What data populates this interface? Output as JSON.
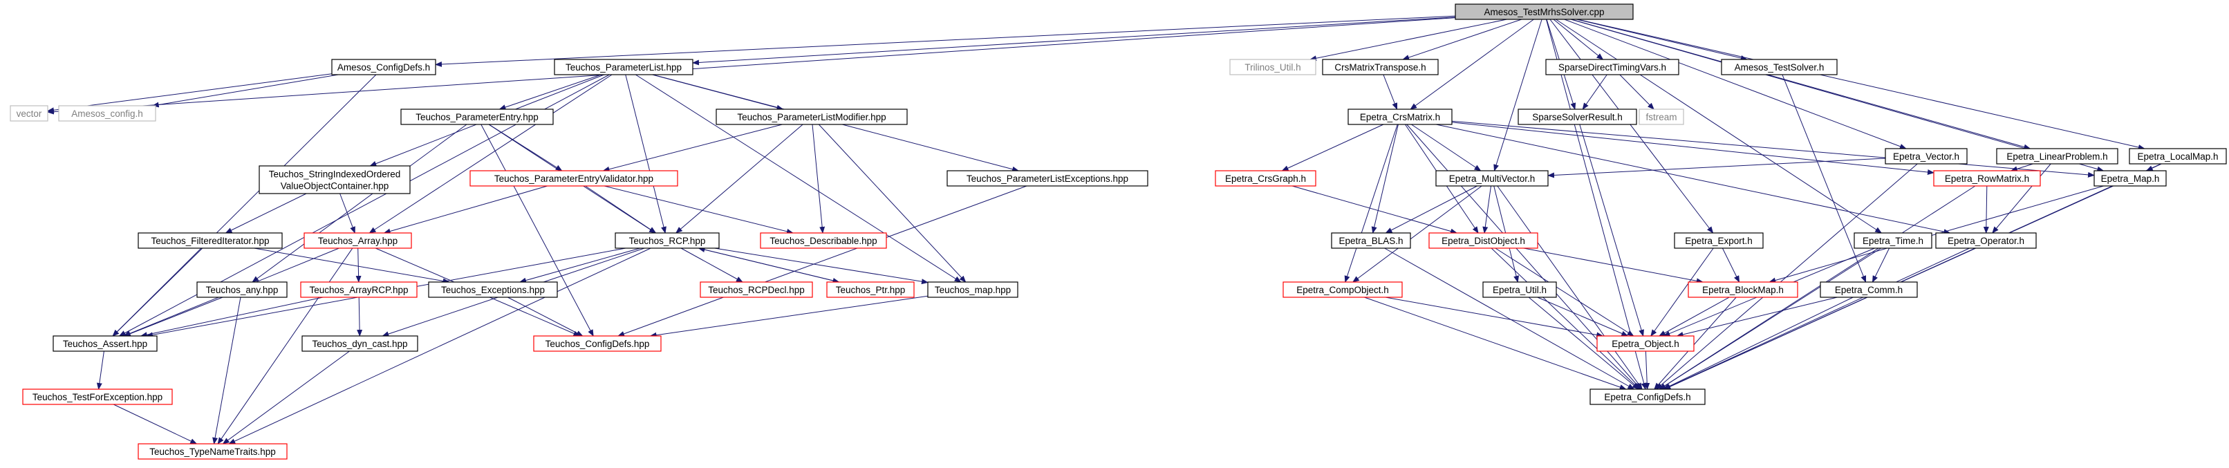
{
  "title": "Amesos_TestMrhsSolver.cpp",
  "colors": {
    "root_fill": "#bfbfbf",
    "box_black": "#000000",
    "box_red": "#ff0000",
    "box_gray": "#bfbfbf",
    "text_gray": "#7f7f7f",
    "edge": "#191970"
  },
  "nodes": [
    {
      "id": "root",
      "label": "Amesos_TestMrhsSolver.cpp",
      "style": "root"
    },
    {
      "id": "amesos_configdefs",
      "label": "Amesos_ConfigDefs.h",
      "style": "black"
    },
    {
      "id": "vector",
      "label": "vector",
      "style": "gray"
    },
    {
      "id": "amesos_config",
      "label": "Amesos_config.h",
      "style": "gray"
    },
    {
      "id": "t_paramlist",
      "label": "Teuchos_ParameterList.hpp",
      "style": "black"
    },
    {
      "id": "t_paramentry",
      "label": "Teuchos_ParameterEntry.hpp",
      "style": "black"
    },
    {
      "id": "t_plmodifier",
      "label": "Teuchos_ParameterListModifier.hpp",
      "style": "black"
    },
    {
      "id": "t_sioc",
      "label": "Teuchos_StringIndexedOrdered|ValueObjectContainer.hpp",
      "style": "black"
    },
    {
      "id": "t_pev",
      "label": "Teuchos_ParameterEntryValidator.hpp",
      "style": "red"
    },
    {
      "id": "t_plexc",
      "label": "Teuchos_ParameterListExceptions.hpp",
      "style": "black"
    },
    {
      "id": "t_filtiter",
      "label": "Teuchos_FilteredIterator.hpp",
      "style": "black"
    },
    {
      "id": "t_array",
      "label": "Teuchos_Array.hpp",
      "style": "red"
    },
    {
      "id": "t_rcp",
      "label": "Teuchos_RCP.hpp",
      "style": "black"
    },
    {
      "id": "t_describable",
      "label": "Teuchos_Describable.hpp",
      "style": "red"
    },
    {
      "id": "t_any",
      "label": "Teuchos_any.hpp",
      "style": "black"
    },
    {
      "id": "t_arrayrcp",
      "label": "Teuchos_ArrayRCP.hpp",
      "style": "red"
    },
    {
      "id": "t_exceptions",
      "label": "Teuchos_Exceptions.hpp",
      "style": "black"
    },
    {
      "id": "t_rcpdecl",
      "label": "Teuchos_RCPDecl.hpp",
      "style": "red"
    },
    {
      "id": "t_ptr",
      "label": "Teuchos_Ptr.hpp",
      "style": "red"
    },
    {
      "id": "t_map",
      "label": "Teuchos_map.hpp",
      "style": "black"
    },
    {
      "id": "t_assert",
      "label": "Teuchos_Assert.hpp",
      "style": "black"
    },
    {
      "id": "t_dyncast",
      "label": "Teuchos_dyn_cast.hpp",
      "style": "black"
    },
    {
      "id": "t_configdefs",
      "label": "Teuchos_ConfigDefs.hpp",
      "style": "red"
    },
    {
      "id": "t_tfe",
      "label": "Teuchos_TestForException.hpp",
      "style": "red"
    },
    {
      "id": "t_tnt",
      "label": "Teuchos_TypeNameTraits.hpp",
      "style": "red"
    },
    {
      "id": "trilinos_util",
      "label": "Trilinos_Util.h",
      "style": "gray"
    },
    {
      "id": "crsmt",
      "label": "CrsMatrixTranspose.h",
      "style": "black"
    },
    {
      "id": "sdtv",
      "label": "SparseDirectTimingVars.h",
      "style": "black"
    },
    {
      "id": "ssr",
      "label": "SparseSolverResult.h",
      "style": "black"
    },
    {
      "id": "fstream",
      "label": "fstream",
      "style": "gray"
    },
    {
      "id": "amesos_testsolver",
      "label": "Amesos_TestSolver.h",
      "style": "black"
    },
    {
      "id": "e_crsmatrix",
      "label": "Epetra_CrsMatrix.h",
      "style": "black"
    },
    {
      "id": "e_vector",
      "label": "Epetra_Vector.h",
      "style": "black"
    },
    {
      "id": "e_linprob",
      "label": "Epetra_LinearProblem.h",
      "style": "black"
    },
    {
      "id": "e_localmap",
      "label": "Epetra_LocalMap.h",
      "style": "black"
    },
    {
      "id": "e_crsgraph",
      "label": "Epetra_CrsGraph.h",
      "style": "red"
    },
    {
      "id": "e_multivector",
      "label": "Epetra_MultiVector.h",
      "style": "black"
    },
    {
      "id": "e_rowmatrix",
      "label": "Epetra_RowMatrix.h",
      "style": "red"
    },
    {
      "id": "e_map",
      "label": "Epetra_Map.h",
      "style": "black"
    },
    {
      "id": "e_blas",
      "label": "Epetra_BLAS.h",
      "style": "black"
    },
    {
      "id": "e_distobject",
      "label": "Epetra_DistObject.h",
      "style": "red"
    },
    {
      "id": "e_export",
      "label": "Epetra_Export.h",
      "style": "black"
    },
    {
      "id": "e_time",
      "label": "Epetra_Time.h",
      "style": "black"
    },
    {
      "id": "e_operator",
      "label": "Epetra_Operator.h",
      "style": "black"
    },
    {
      "id": "e_compobject",
      "label": "Epetra_CompObject.h",
      "style": "red"
    },
    {
      "id": "e_util",
      "label": "Epetra_Util.h",
      "style": "black"
    },
    {
      "id": "e_blockmap",
      "label": "Epetra_BlockMap.h",
      "style": "red"
    },
    {
      "id": "e_comm",
      "label": "Epetra_Comm.h",
      "style": "black"
    },
    {
      "id": "e_object",
      "label": "Epetra_Object.h",
      "style": "red"
    },
    {
      "id": "e_configdefs",
      "label": "Epetra_ConfigDefs.h",
      "style": "black"
    }
  ],
  "edges": [
    [
      "root",
      "amesos_configdefs"
    ],
    [
      "root",
      "t_paramlist"
    ],
    [
      "root",
      "trilinos_util"
    ],
    [
      "root",
      "crsmt"
    ],
    [
      "root",
      "sdtv"
    ],
    [
      "root",
      "ssr"
    ],
    [
      "root",
      "amesos_testsolver"
    ],
    [
      "root",
      "e_crsmatrix"
    ],
    [
      "root",
      "e_multivector"
    ],
    [
      "root",
      "e_vector"
    ],
    [
      "root",
      "e_linprob"
    ],
    [
      "root",
      "e_localmap"
    ],
    [
      "root",
      "e_map"
    ],
    [
      "root",
      "e_export"
    ],
    [
      "root",
      "e_time"
    ],
    [
      "root",
      "vector"
    ],
    [
      "root",
      "e_configdefs"
    ],
    [
      "amesos_configdefs",
      "vector"
    ],
    [
      "amesos_configdefs",
      "amesos_config"
    ],
    [
      "amesos_configdefs",
      "t_assert"
    ],
    [
      "t_paramlist",
      "t_paramentry"
    ],
    [
      "t_paramlist",
      "t_plmodifier"
    ],
    [
      "t_paramlist",
      "t_sioc"
    ],
    [
      "t_paramlist",
      "t_plexc"
    ],
    [
      "t_paramlist",
      "t_array"
    ],
    [
      "t_paramlist",
      "t_rcp"
    ],
    [
      "t_paramlist",
      "t_map"
    ],
    [
      "t_paramlist",
      "t_assert"
    ],
    [
      "t_paramentry",
      "t_pev"
    ],
    [
      "t_paramentry",
      "t_any"
    ],
    [
      "t_paramentry",
      "t_rcp"
    ],
    [
      "t_paramentry",
      "t_configdefs"
    ],
    [
      "t_plmodifier",
      "t_pev"
    ],
    [
      "t_plmodifier",
      "t_rcp"
    ],
    [
      "t_plmodifier",
      "t_describable"
    ],
    [
      "t_plmodifier",
      "t_map"
    ],
    [
      "t_sioc",
      "t_filtiter"
    ],
    [
      "t_sioc",
      "t_array"
    ],
    [
      "t_pev",
      "t_array"
    ],
    [
      "t_pev",
      "t_rcp"
    ],
    [
      "t_pev",
      "t_describable"
    ],
    [
      "t_plexc",
      "t_configdefs"
    ],
    [
      "t_filtiter",
      "t_assert"
    ],
    [
      "t_filtiter",
      "t_exceptions"
    ],
    [
      "t_array",
      "t_assert"
    ],
    [
      "t_array",
      "t_arrayrcp"
    ],
    [
      "t_array",
      "t_configdefs"
    ],
    [
      "t_array",
      "t_tnt"
    ],
    [
      "t_rcp",
      "t_exceptions"
    ],
    [
      "t_rcp",
      "t_rcpdecl"
    ],
    [
      "t_rcp",
      "t_ptr"
    ],
    [
      "t_rcp",
      "t_map"
    ],
    [
      "t_rcp",
      "t_dyncast"
    ],
    [
      "t_rcp",
      "t_assert"
    ],
    [
      "t_rcp",
      "t_tnt"
    ],
    [
      "t_ptr",
      "t_rcp"
    ],
    [
      "t_any",
      "t_assert"
    ],
    [
      "t_any",
      "t_tnt"
    ],
    [
      "t_arrayrcp",
      "t_assert"
    ],
    [
      "t_arrayrcp",
      "t_dyncast"
    ],
    [
      "t_exceptions",
      "t_configdefs"
    ],
    [
      "t_map",
      "t_configdefs"
    ],
    [
      "t_assert",
      "t_tfe"
    ],
    [
      "t_tfe",
      "t_tnt"
    ],
    [
      "t_dyncast",
      "t_tnt"
    ],
    [
      "crsmt",
      "e_crsmatrix"
    ],
    [
      "sdtv",
      "ssr"
    ],
    [
      "sdtv",
      "fstream"
    ],
    [
      "ssr",
      "e_object"
    ],
    [
      "amesos_testsolver",
      "e_comm"
    ],
    [
      "e_crsmatrix",
      "e_crsgraph"
    ],
    [
      "e_crsmatrix",
      "e_multivector"
    ],
    [
      "e_crsmatrix",
      "e_rowmatrix"
    ],
    [
      "e_crsmatrix",
      "e_map"
    ],
    [
      "e_crsmatrix",
      "e_blas"
    ],
    [
      "e_crsmatrix",
      "e_distobject"
    ],
    [
      "e_crsmatrix",
      "e_compobject"
    ],
    [
      "e_crsmatrix",
      "e_operator"
    ],
    [
      "e_crsmatrix",
      "e_configdefs"
    ],
    [
      "e_crsgraph",
      "e_distobject"
    ],
    [
      "e_multivector",
      "e_blas"
    ],
    [
      "e_multivector",
      "e_distobject"
    ],
    [
      "e_multivector",
      "e_compobject"
    ],
    [
      "e_multivector",
      "e_util"
    ],
    [
      "e_multivector",
      "e_configdefs"
    ],
    [
      "e_vector",
      "e_multivector"
    ],
    [
      "e_vector",
      "e_configdefs"
    ],
    [
      "e_linprob",
      "e_rowmatrix"
    ],
    [
      "e_linprob",
      "e_operator"
    ],
    [
      "e_rowmatrix",
      "e_operator"
    ],
    [
      "e_rowmatrix",
      "e_configdefs"
    ],
    [
      "e_localmap",
      "e_map"
    ],
    [
      "e_localmap",
      "e_configdefs"
    ],
    [
      "e_map",
      "e_blockmap"
    ],
    [
      "e_map",
      "e_configdefs"
    ],
    [
      "e_blas",
      "e_configdefs"
    ],
    [
      "e_distobject",
      "e_blockmap"
    ],
    [
      "e_distobject",
      "e_object"
    ],
    [
      "e_distobject",
      "e_configdefs"
    ],
    [
      "e_export",
      "e_blockmap"
    ],
    [
      "e_export",
      "e_object"
    ],
    [
      "e_time",
      "e_comm"
    ],
    [
      "e_time",
      "e_object"
    ],
    [
      "e_time",
      "e_configdefs"
    ],
    [
      "e_operator",
      "e_configdefs"
    ],
    [
      "e_compobject",
      "e_object"
    ],
    [
      "e_compobject",
      "e_configdefs"
    ],
    [
      "e_util",
      "e_object"
    ],
    [
      "e_util",
      "e_configdefs"
    ],
    [
      "e_blockmap",
      "e_object"
    ],
    [
      "e_blockmap",
      "e_configdefs"
    ],
    [
      "e_comm",
      "e_object"
    ],
    [
      "e_comm",
      "e_configdefs"
    ],
    [
      "e_object",
      "e_configdefs"
    ]
  ]
}
